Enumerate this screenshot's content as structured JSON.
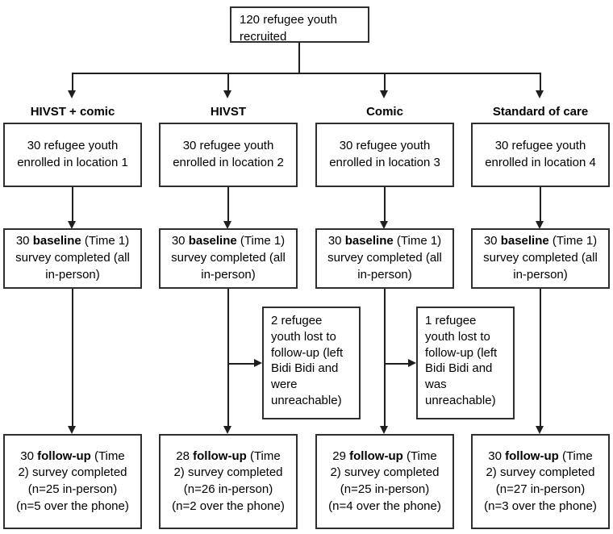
{
  "recruited_box": {
    "text": "120 refugee youth recruited"
  },
  "columns": [
    {
      "header": "HIVST + comic",
      "enrolled": "30 refugee youth enrolled in location 1",
      "baseline": {
        "count": "30 ",
        "bold": "baseline",
        "rest": " (Time 1) survey completed (all in-person)"
      },
      "followup": {
        "count": "30 ",
        "bold": "follow-up",
        "rest": " (Time 2) survey completed (n=25 in-person) (n=5 over the phone)"
      }
    },
    {
      "header": "HIVST",
      "enrolled": "30 refugee youth enrolled in location 2",
      "baseline": {
        "count": "30 ",
        "bold": "baseline",
        "rest": " (Time 1) survey completed (all in-person)"
      },
      "followup": {
        "count": "28 ",
        "bold": "follow-up",
        "rest": " (Time 2) survey completed (n=26 in-person) (n=2 over the phone)"
      }
    },
    {
      "header": "Comic",
      "enrolled": "30 refugee youth enrolled in location 3",
      "baseline": {
        "count": "30 ",
        "bold": "baseline",
        "rest": " (Time 1) survey completed (all in-person)"
      },
      "followup": {
        "count": "29 ",
        "bold": "follow-up",
        "rest": " (Time 2) survey completed (n=25 in-person) (n=4 over the phone)"
      }
    },
    {
      "header": "Standard of care",
      "enrolled": "30 refugee youth enrolled in location 4",
      "baseline": {
        "count": "30 ",
        "bold": "baseline",
        "rest": " (Time 1) survey completed (all in-person)"
      },
      "followup": {
        "count": "30 ",
        "bold": "follow-up",
        "rest": " (Time 2) survey completed (n=27 in-person) (n=3 over the phone)"
      }
    }
  ],
  "loss_boxes": [
    {
      "text": "2 refugee youth lost to follow-up (left Bidi Bidi and were unreachable)"
    },
    {
      "text": "1 refugee youth lost to follow-up (left Bidi Bidi and was unreachable)"
    }
  ],
  "colors": {
    "line": "#1f1f1f",
    "border": "#2f2f2f",
    "text": "#000000",
    "background": "#ffffff"
  }
}
